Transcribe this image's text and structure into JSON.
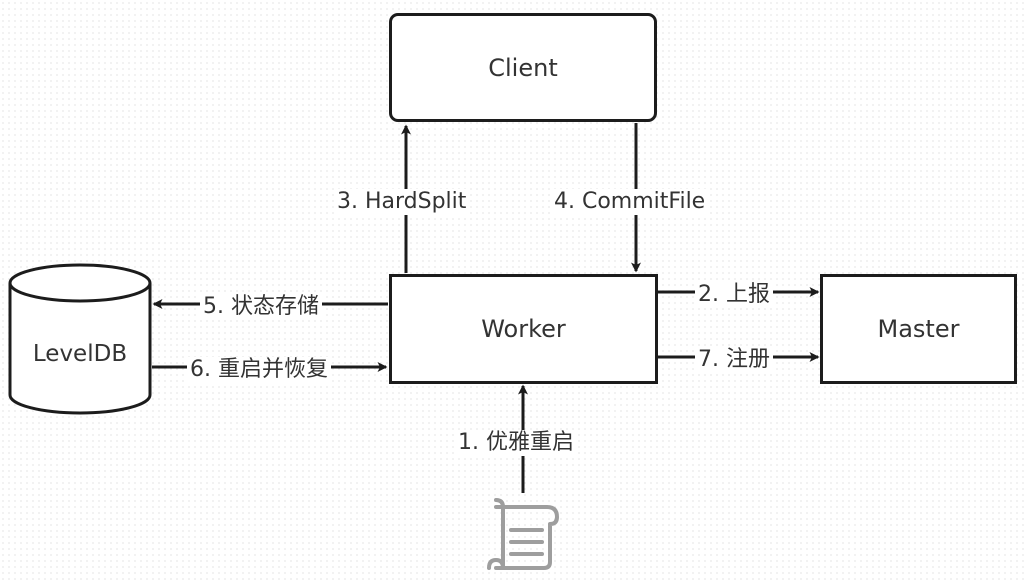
{
  "nodes": {
    "client": "Client",
    "worker": "Worker",
    "master": "Master",
    "leveldb": "LevelDB"
  },
  "edges": {
    "step1": "1. 优雅重启",
    "step2": "2. 上报",
    "step3": "3. HardSplit",
    "step4": "4. CommitFile",
    "step5": "5. 状态存储",
    "step6": "6. 重启并恢复",
    "step7": "7. 注册"
  },
  "icons": {
    "trigger": "document-icon"
  },
  "colors": {
    "stroke": "#1c1c1c",
    "text": "#333333",
    "icon": "#9e9e9e"
  }
}
